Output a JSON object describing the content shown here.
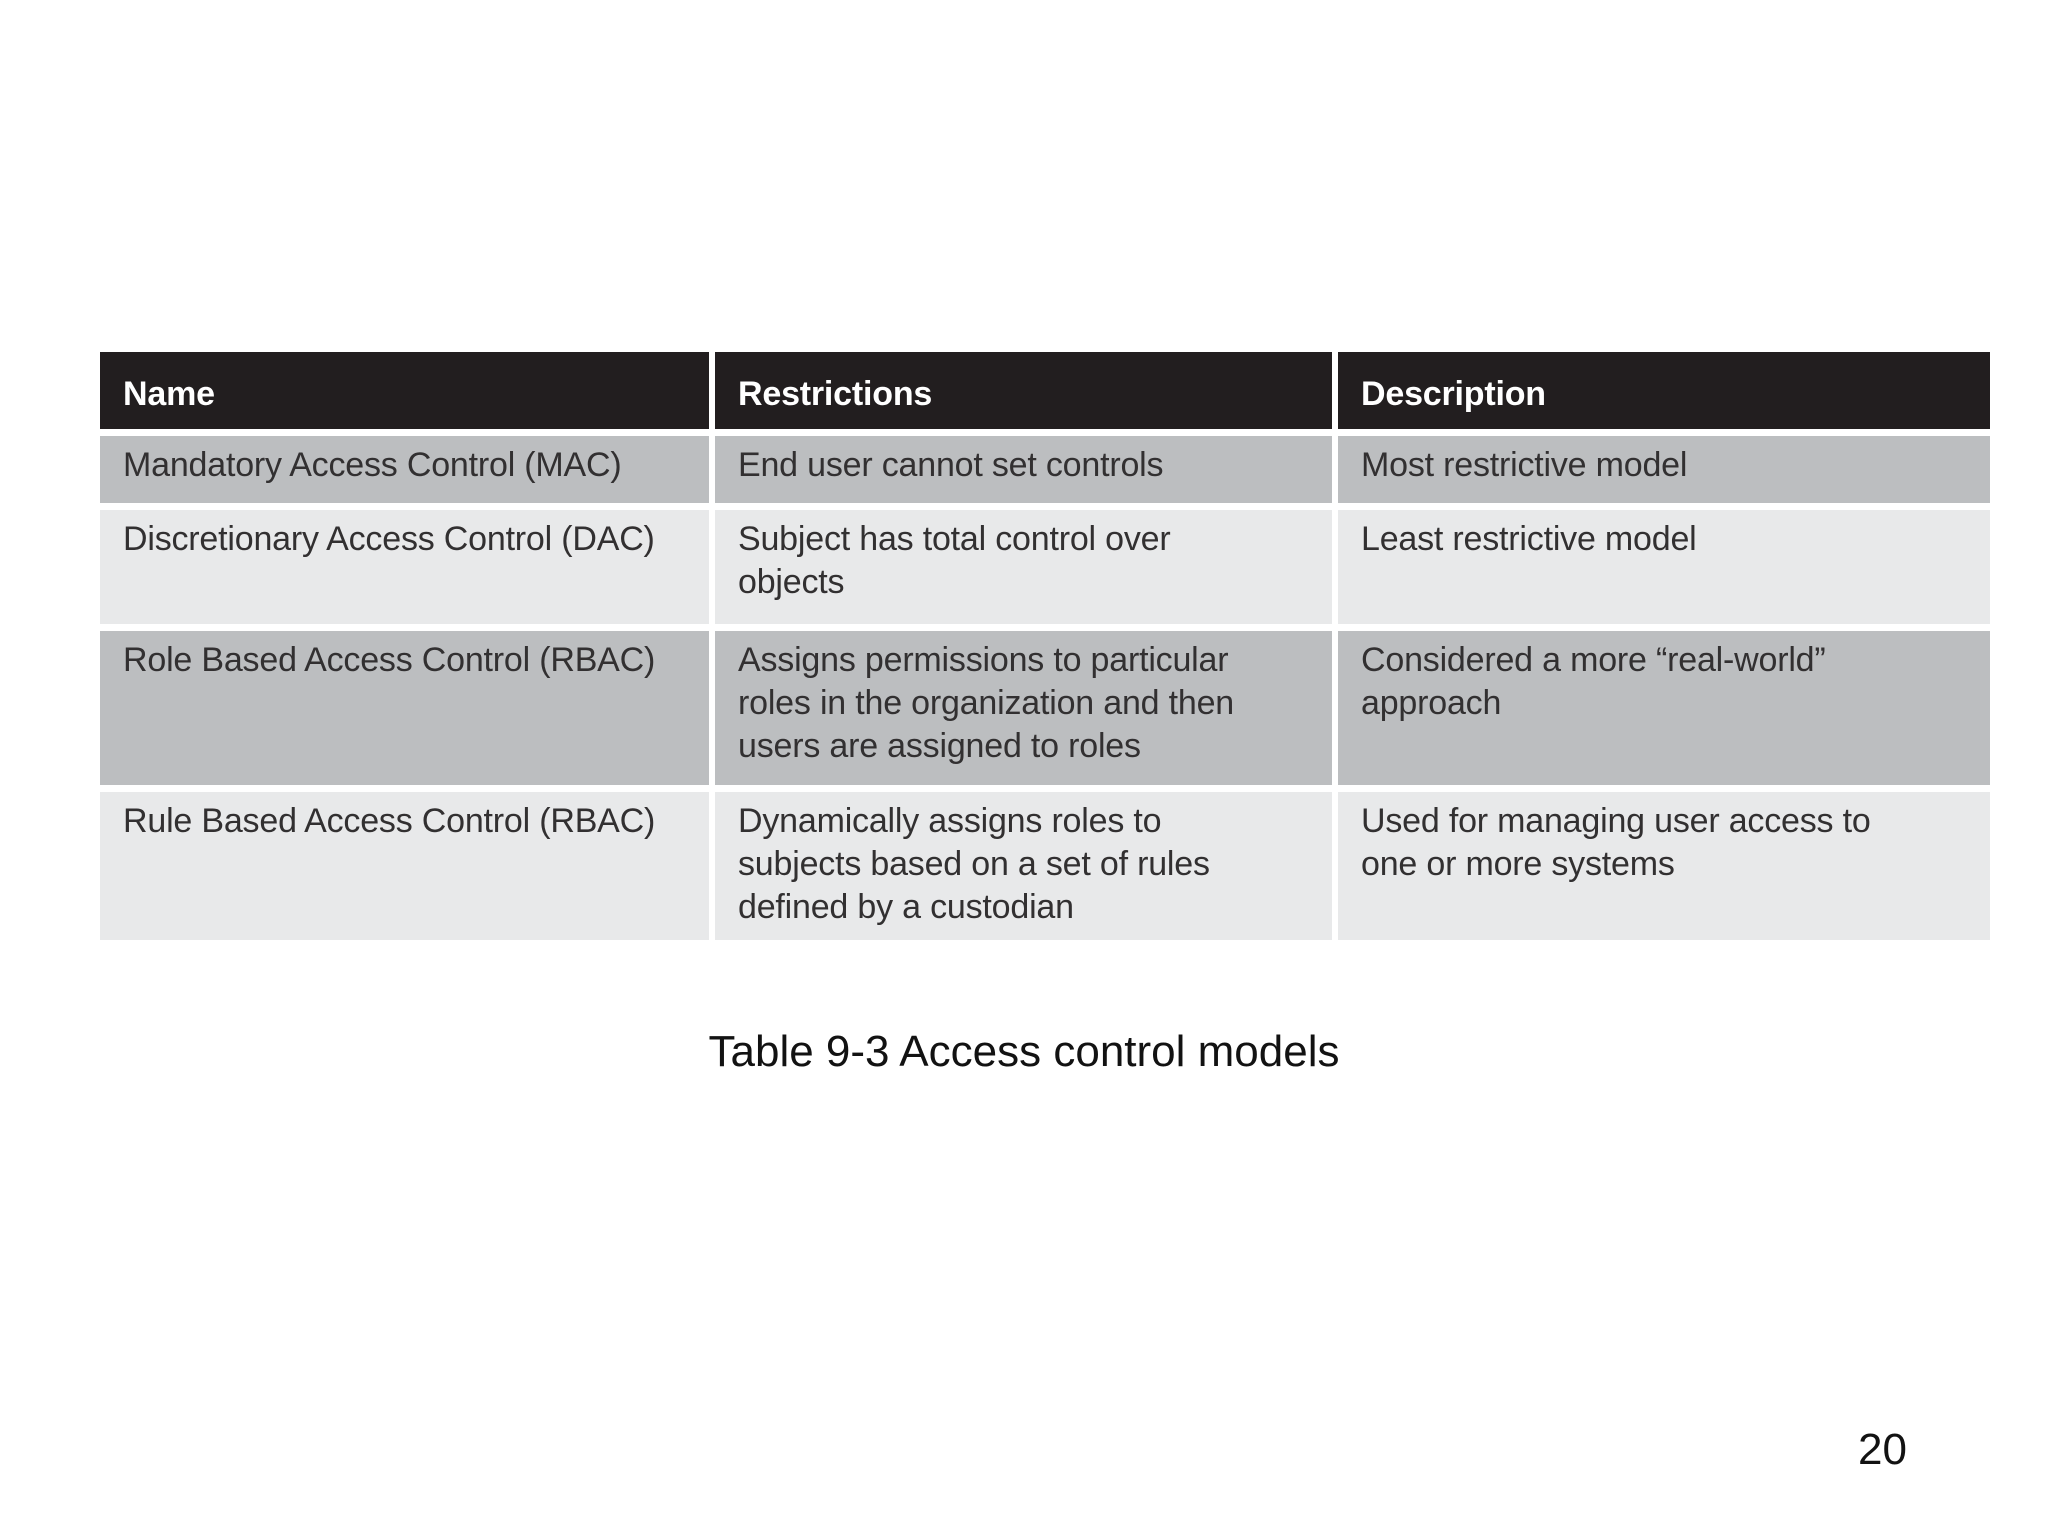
{
  "slide": {
    "caption": "Table 9-3 Access control models",
    "page_number": "20"
  },
  "colors": {
    "header_bg": "#221e1f",
    "header_text": "#ffffff",
    "row_medium_gray": "#bcbec0",
    "row_light_gray": "#e8e9ea",
    "cell_text": "#323031",
    "background": "#ffffff"
  },
  "table": {
    "headers": [
      "Name",
      "Restrictions",
      "Description"
    ],
    "rows": [
      {
        "shade": "medium",
        "name": "Mandatory Access Control (MAC)",
        "restrictions_lines": [
          "End user cannot set controls"
        ],
        "description_lines": [
          "Most restrictive model"
        ]
      },
      {
        "shade": "light",
        "name": "Discretionary Access Control (DAC)",
        "restrictions_lines": [
          "Subject has total control over",
          "objects"
        ],
        "description_lines": [
          "Least restrictive model"
        ]
      },
      {
        "shade": "medium",
        "name": "Role Based Access Control (RBAC)",
        "restrictions_lines": [
          "Assigns permissions to particular",
          "roles in the organization and then",
          "users are assigned to roles"
        ],
        "description_lines": [
          "Considered a more “real-world”",
          "approach"
        ]
      },
      {
        "shade": "light",
        "name": "Rule Based Access Control (RBAC)",
        "restrictions_lines": [
          "Dynamically assigns roles to",
          "subjects based on a set of rules",
          "defined by a custodian"
        ],
        "description_lines": [
          "Used for managing user access to",
          "one or more systems"
        ]
      }
    ]
  }
}
